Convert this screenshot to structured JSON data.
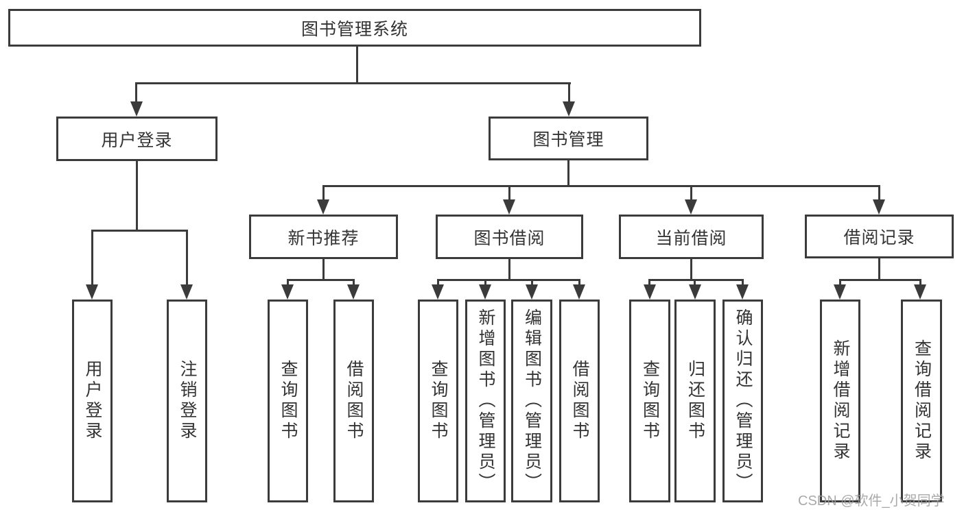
{
  "diagram": {
    "root": "图书管理系统",
    "level2": {
      "user_login": "用户登录",
      "book_mgmt": "图书管理"
    },
    "level3": {
      "new_books": "新书推荐",
      "book_borrow": "图书借阅",
      "current_borrow": "当前借阅",
      "borrow_records": "借阅记录"
    },
    "leaves": {
      "user_login_1": "用户登录",
      "user_login_2": "注销登录",
      "new_books_1": "查询图书",
      "new_books_2": "借阅图书",
      "book_borrow_1": "查询图书",
      "book_borrow_2": "新增图书（管理员）",
      "book_borrow_3": "编辑图书（管理员）",
      "book_borrow_4": "借阅图书",
      "current_borrow_1": "查询图书",
      "current_borrow_2": "归还图书",
      "current_borrow_3": "确认归还（管理员）",
      "borrow_records_1": "新增借阅记录",
      "borrow_records_2": "查询借阅记录"
    }
  },
  "watermark": "CSDN @软件_小贺同学",
  "colors": {
    "line": "#3b3b3b",
    "text": "#333333",
    "watermark": "#9b9b9b",
    "background": "#ffffff"
  }
}
